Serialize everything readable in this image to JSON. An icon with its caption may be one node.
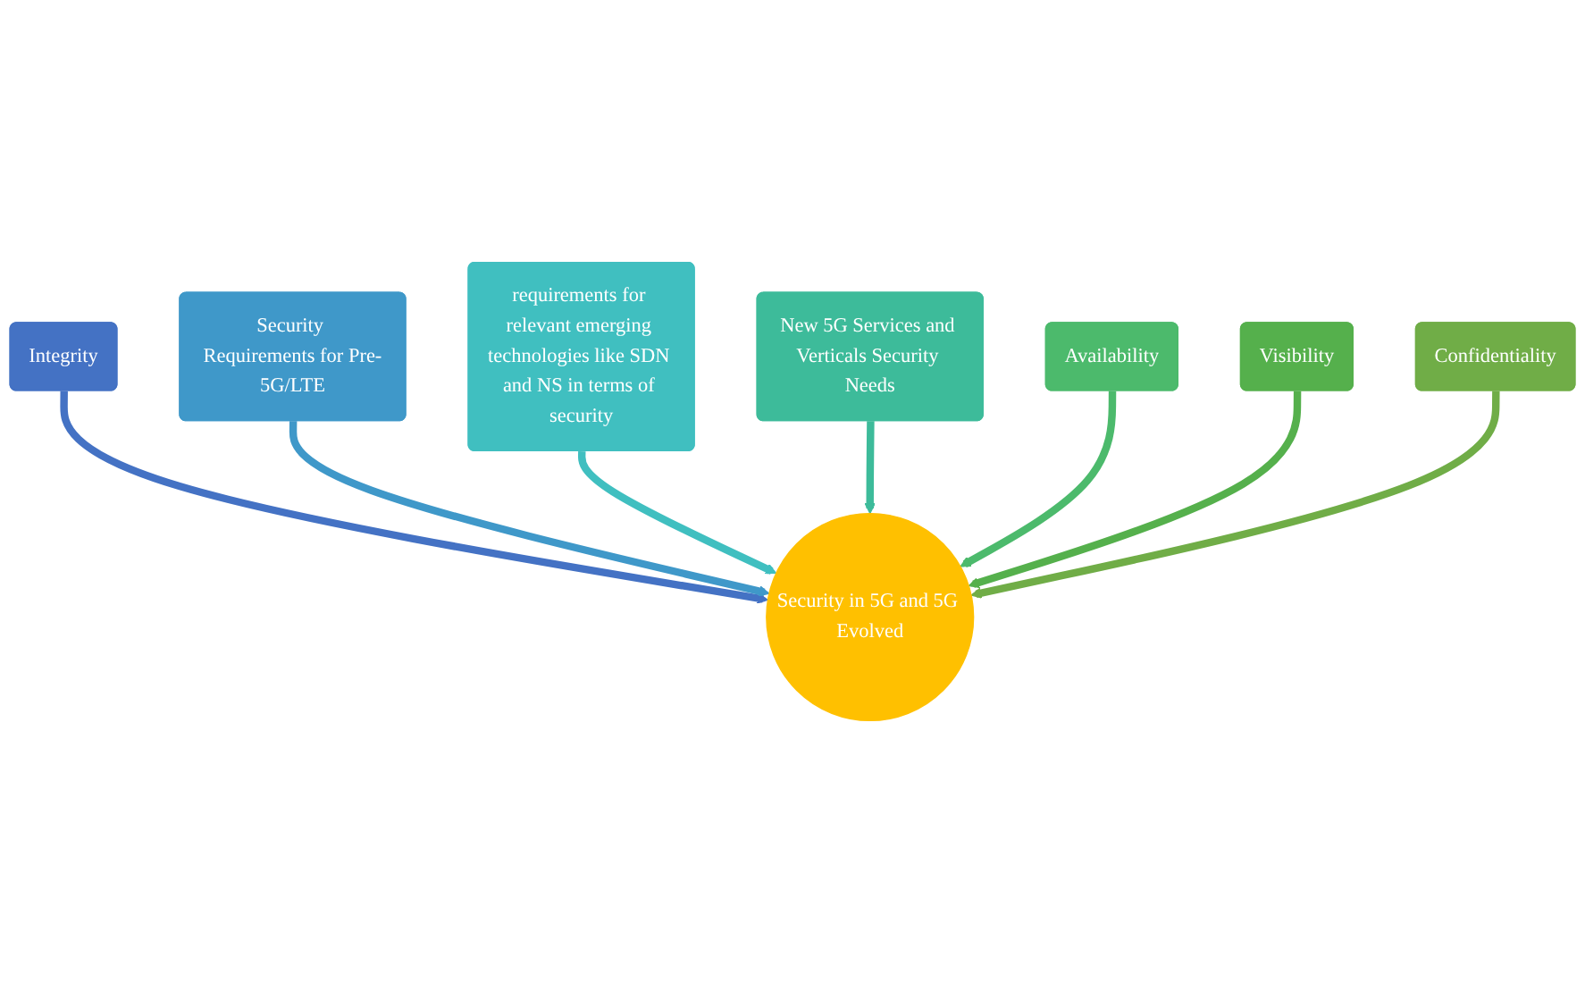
{
  "diagram": {
    "nodes": [
      {
        "text": [
          "Integrity"
        ]
      },
      {
        "text": [
          "Security Requirements for Pre-5G/LTE"
        ]
      },
      {
        "text": [
          "requirements for relevant emerging technologies like SDN and NS in terms of security"
        ]
      },
      {
        "text": [
          "New 5G Services and Verticals Security Needs"
        ]
      },
      {
        "text": [
          "Availability"
        ]
      },
      {
        "text": [
          "Visibility"
        ]
      },
      {
        "text": [
          "Confidentiality"
        ]
      },
      {
        "text": [
          "Security in 5G and 5G Evolved"
        ]
      }
    ],
    "edges": [
      {
        "from": 0,
        "to": 7,
        "arrow": "to",
        "color": "#4472c4"
      },
      {
        "from": 1,
        "to": 7,
        "arrow": "to",
        "color": "#3f98c9"
      },
      {
        "from": 2,
        "to": 7,
        "arrow": "to",
        "color": "#40bfc0"
      },
      {
        "from": 3,
        "to": 7,
        "arrow": "to",
        "color": "#3dbb9a"
      },
      {
        "from": 4,
        "to": 7,
        "arrow": "to",
        "color": "#4cba6c"
      },
      {
        "from": 5,
        "to": 7,
        "arrow": "to",
        "color": "#55b04c"
      },
      {
        "from": 6,
        "to": 7,
        "arrow": "to",
        "color": "#70ad47"
      }
    ]
  }
}
